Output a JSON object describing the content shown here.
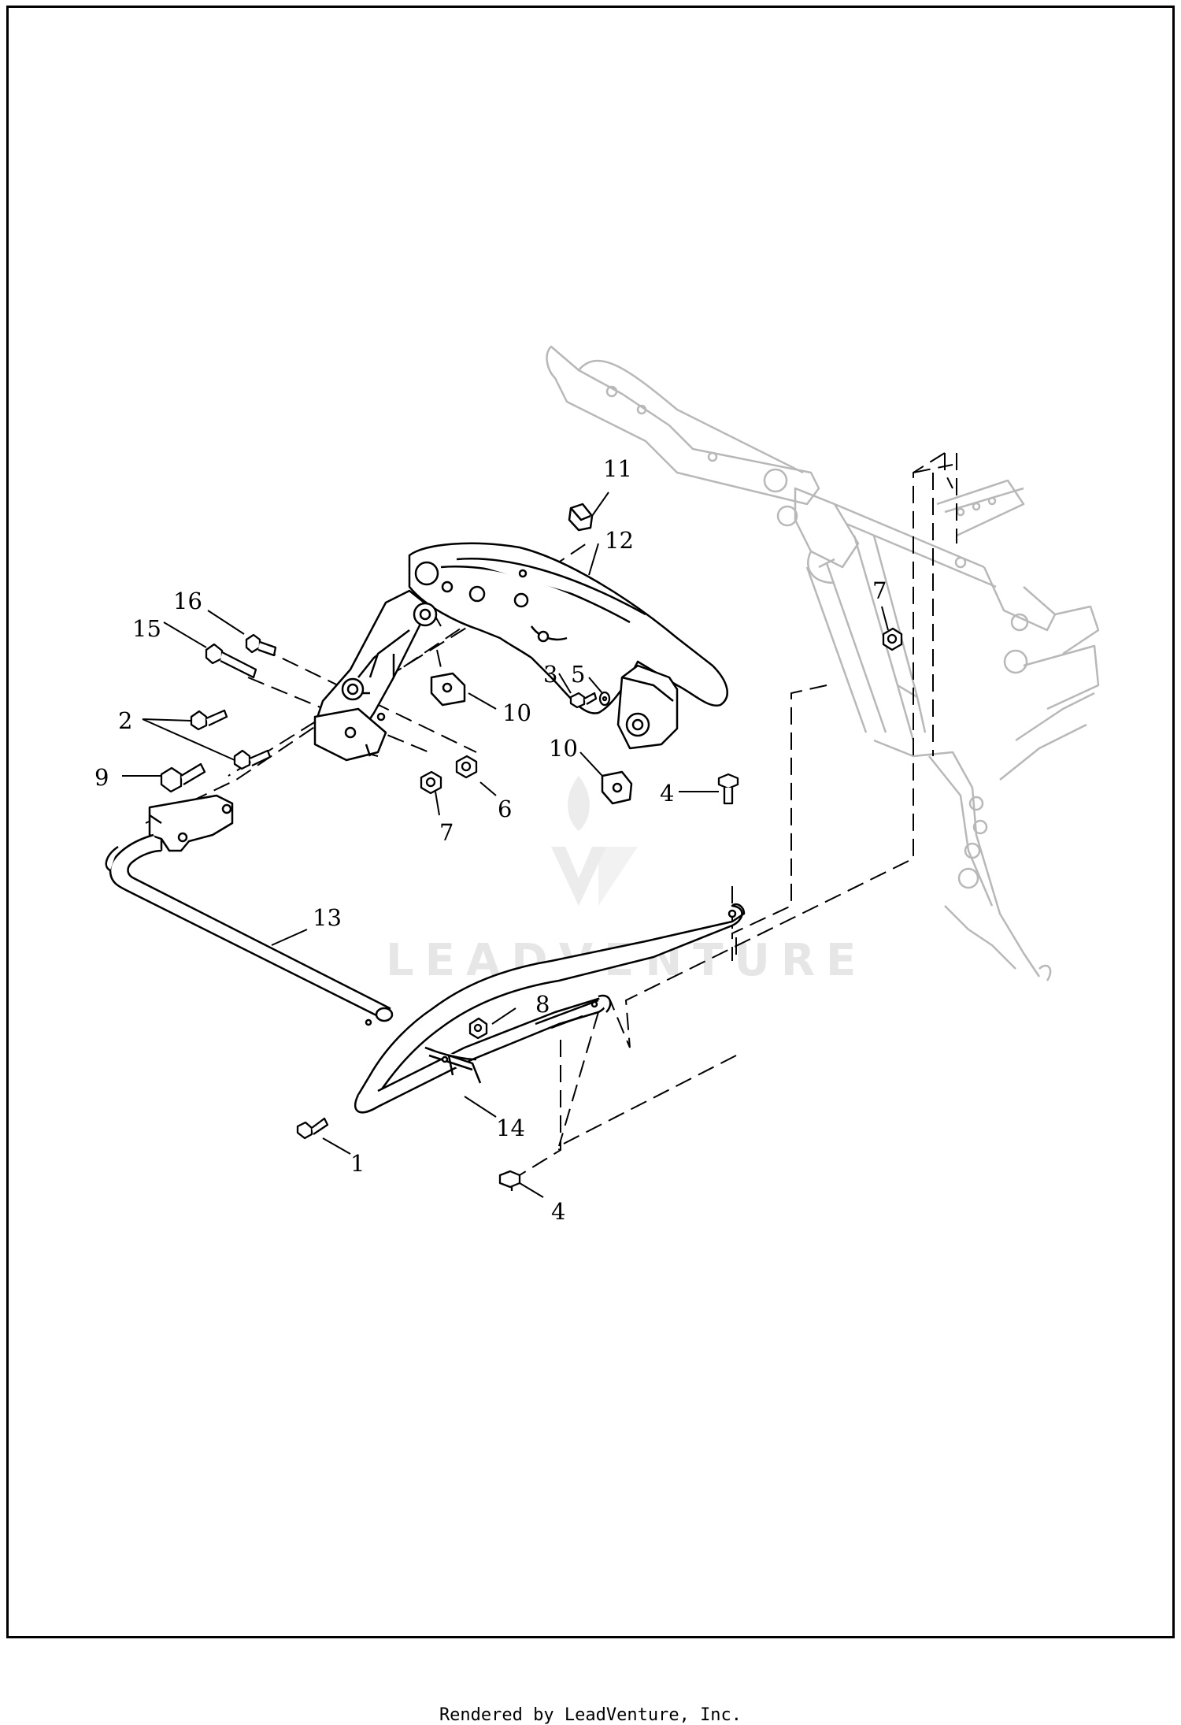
{
  "diagram": {
    "callouts": {
      "c1": "1",
      "c2": "2",
      "c3": "3",
      "c4a": "4",
      "c4b": "4",
      "c5": "5",
      "c6": "6",
      "c7a": "7",
      "c7b": "7",
      "c8": "8",
      "c9": "9",
      "c10a": "10",
      "c10b": "10",
      "c11": "11",
      "c12": "12",
      "c13": "13",
      "c14": "14",
      "c15": "15",
      "c16": "16"
    },
    "watermark": "LEADVENTURE",
    "colors": {
      "ink": "#000000",
      "ghost": "#b8b8b8",
      "watermark": "#e6e6e6"
    }
  },
  "footer": {
    "text": "Rendered by LeadVenture, Inc."
  }
}
